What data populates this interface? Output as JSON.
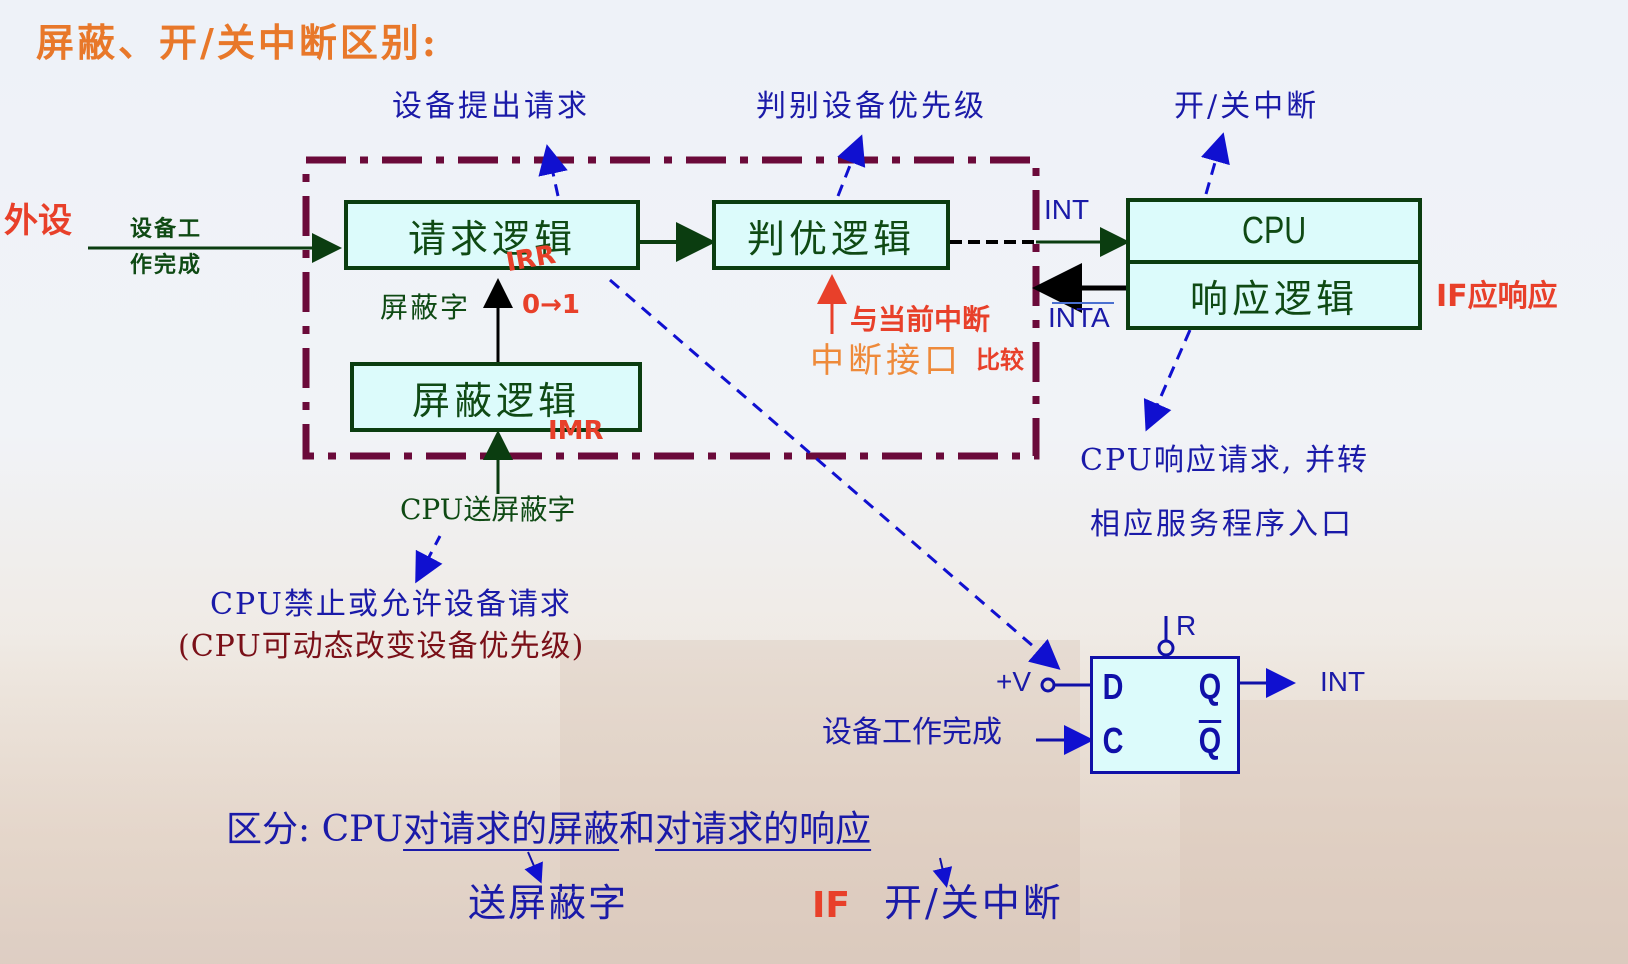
{
  "title": "屏蔽、开/关中断区别:",
  "annotations_top": {
    "device_request": "设备提出请求",
    "judge_priority": "判别设备优先级",
    "enable_disable": "开/关中断"
  },
  "left": {
    "peripheral": "外设",
    "device_done_line1": "设备工",
    "device_done_line2": "作完成"
  },
  "boxes": {
    "request_logic": "请求逻辑",
    "priority_logic": "判优逻辑",
    "mask_logic": "屏蔽逻辑",
    "cpu": "CPU",
    "response_logic": "响应逻辑"
  },
  "signals": {
    "int": "INT",
    "inta": "INTA",
    "mask_word": "屏蔽字",
    "cpu_send_mask": "CPU送屏蔽字"
  },
  "handwritten": {
    "irr": "IRR",
    "zero_to_one": "0→1",
    "imr": "IMR",
    "compare_current": "与当前中断",
    "compare_suffix": "比较",
    "if_response": "IF应响应",
    "if_bottom": "IF"
  },
  "interface_label": "中断接口",
  "notes": {
    "cpu_response_line1": "CPU响应请求, 并转",
    "cpu_response_line2": "相应服务程序入口",
    "cpu_mask_line1": "CPU禁止或允许设备请求",
    "cpu_mask_line2": "(CPU可动态改变设备优先级)"
  },
  "flipflop": {
    "vplus": "+V",
    "d": "D",
    "c": "C",
    "q": "Q",
    "qbar": "Q",
    "r": "R",
    "int_out": "INT",
    "clock_in": "设备工作完成"
  },
  "summary": {
    "prefix": "区分: CPU",
    "part1": "对请求的屏蔽",
    "conj": "和",
    "part2": "对请求的响应",
    "result1": "送屏蔽字",
    "result2": "开/关中断"
  },
  "colors": {
    "title": "#e8782a",
    "box_fill": "#dcfbfb",
    "box_border": "#0b3d10",
    "interface_border": "#6b0a3a",
    "annotation_blue": "#1a1aa8",
    "handwriting_red": "#e8402a"
  }
}
